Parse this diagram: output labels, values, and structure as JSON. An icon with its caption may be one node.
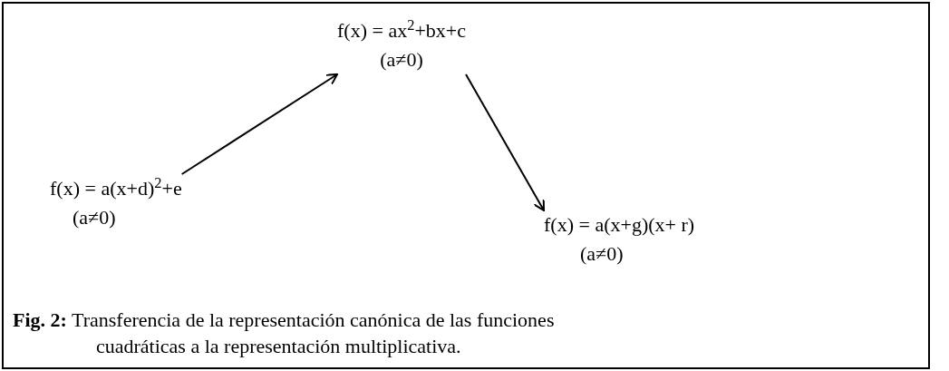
{
  "diagram": {
    "caption": "**Fig. 2:** Transferencia de la representación canónica de las funciones cuadráticas a la representación multiplicativa.",
    "nodes": [
      {
        "text": [
          "f(x) = ax$^{2}$+bx+c",
          "(a≠0)"
        ]
      },
      {
        "text": [
          "f(x) = a(x+d)$^{2}$+e",
          "(a≠0)"
        ]
      },
      {
        "text": [
          "f(x) = a(x+g)(x+ r)",
          "(a≠0)"
        ]
      }
    ],
    "edges": [
      {
        "from": 1,
        "to": 0,
        "arrow": "to"
      },
      {
        "from": 0,
        "to": 2,
        "arrow": "to"
      }
    ]
  }
}
